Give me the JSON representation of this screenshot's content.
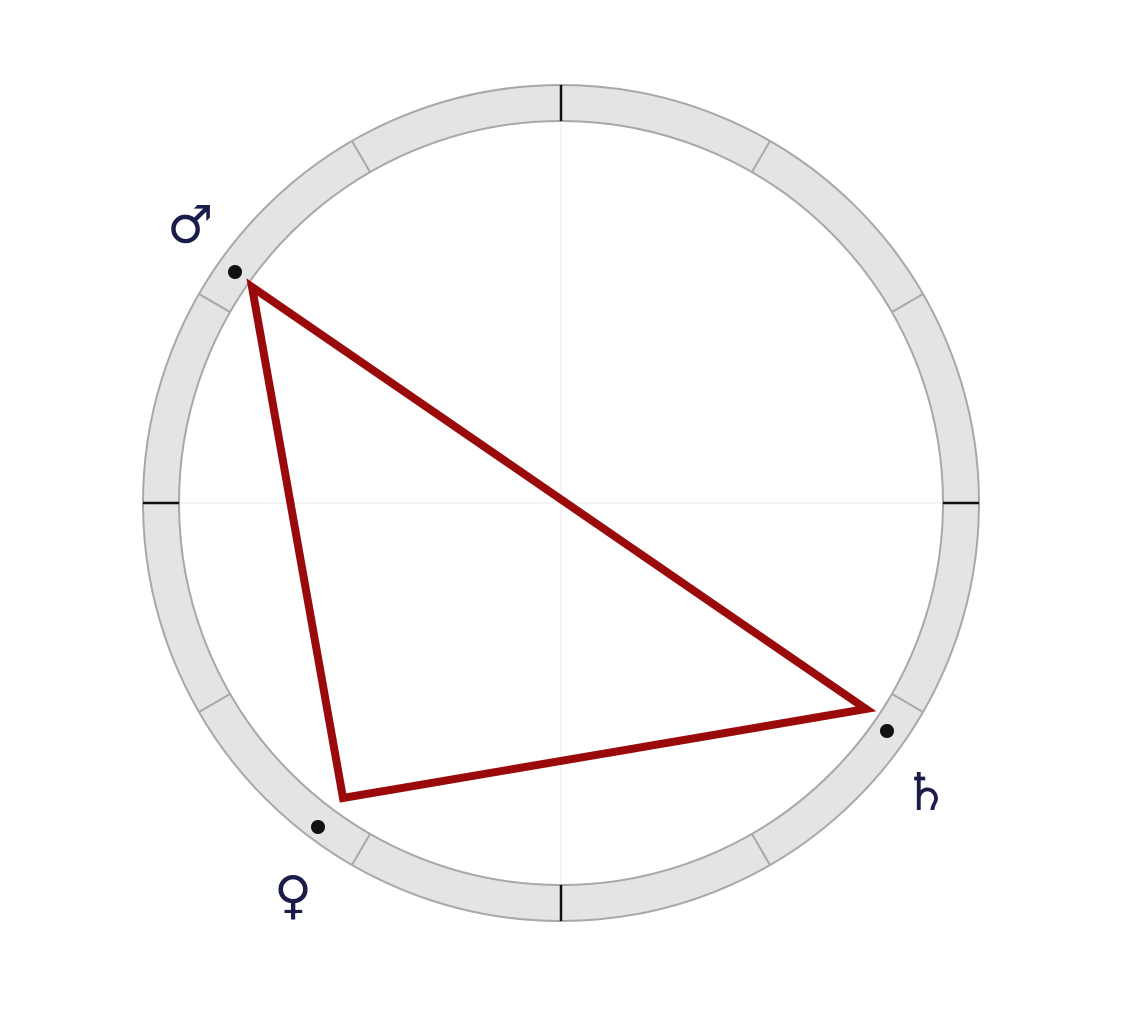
{
  "diagram": {
    "type": "astrological-aspect-chart",
    "ring": {
      "divisions": 12,
      "cardinal_ticks": 4,
      "fill_color": "#e4e4e4",
      "stroke_color": "#a8a8a8",
      "tick_color": "#111111"
    },
    "aspect_pattern": {
      "color": "#9b0a0a",
      "points": [
        "mars",
        "venus",
        "saturn"
      ]
    },
    "planets": [
      {
        "id": "mars",
        "glyph": "♂",
        "color": "#1b1c4a"
      },
      {
        "id": "venus",
        "glyph": "♀",
        "color": "#1b1c4a"
      },
      {
        "id": "saturn",
        "glyph": "♄",
        "color": "#1b1c4a"
      }
    ]
  }
}
